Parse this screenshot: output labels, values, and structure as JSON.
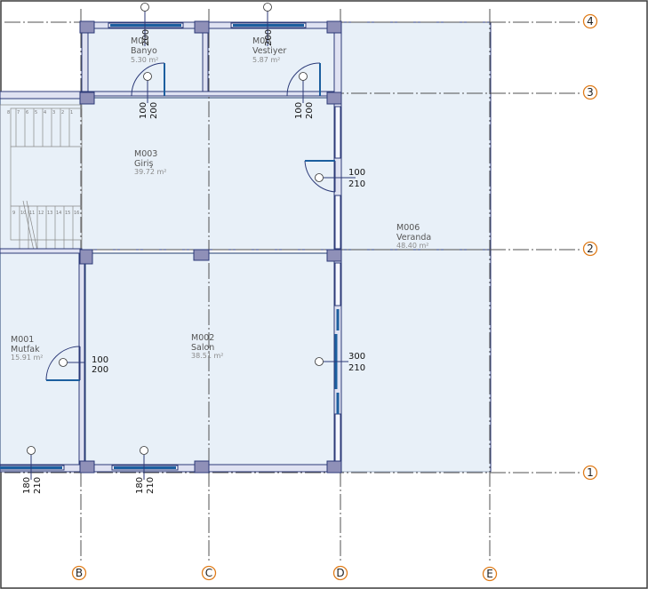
{
  "grid": {
    "columns": [
      "B",
      "C",
      "D",
      "E"
    ],
    "rows": [
      "4",
      "3",
      "2",
      "1"
    ]
  },
  "rooms": [
    {
      "code": "M00",
      "name": "Banyo",
      "area": "5.30 m²"
    },
    {
      "code": "M00",
      "name": "Vestiyer",
      "area": "5.87 m²"
    },
    {
      "code": "M003",
      "name": "Giriş",
      "area": "39.72 m²"
    },
    {
      "code": "M006",
      "name": "Veranda",
      "area": "48.40 m²"
    },
    {
      "code": "M001",
      "name": "Mutfak",
      "area": "15.91 m²"
    },
    {
      "code": "M002",
      "name": "Salon",
      "area": "38.51 m²"
    }
  ],
  "openings": [
    {
      "kind": "window",
      "width": "",
      "height": "200"
    },
    {
      "kind": "window",
      "width": "",
      "height": "200"
    },
    {
      "kind": "door",
      "width": "100",
      "height": "200"
    },
    {
      "kind": "door",
      "width": "100",
      "height": "200"
    },
    {
      "kind": "door",
      "width": "100",
      "height": "210"
    },
    {
      "kind": "door",
      "width": "100",
      "height": "200"
    },
    {
      "kind": "door",
      "width": "300",
      "height": "210"
    },
    {
      "kind": "window",
      "width": "180",
      "height": "210"
    },
    {
      "kind": "window",
      "width": "180",
      "height": "210"
    }
  ],
  "stair": {
    "upper_steps": [
      "8",
      "7",
      "6",
      "5",
      "4",
      "3",
      "2",
      "1"
    ],
    "lower_steps": [
      "9",
      "10",
      "11",
      "12",
      "13",
      "14",
      "15",
      "16"
    ]
  }
}
